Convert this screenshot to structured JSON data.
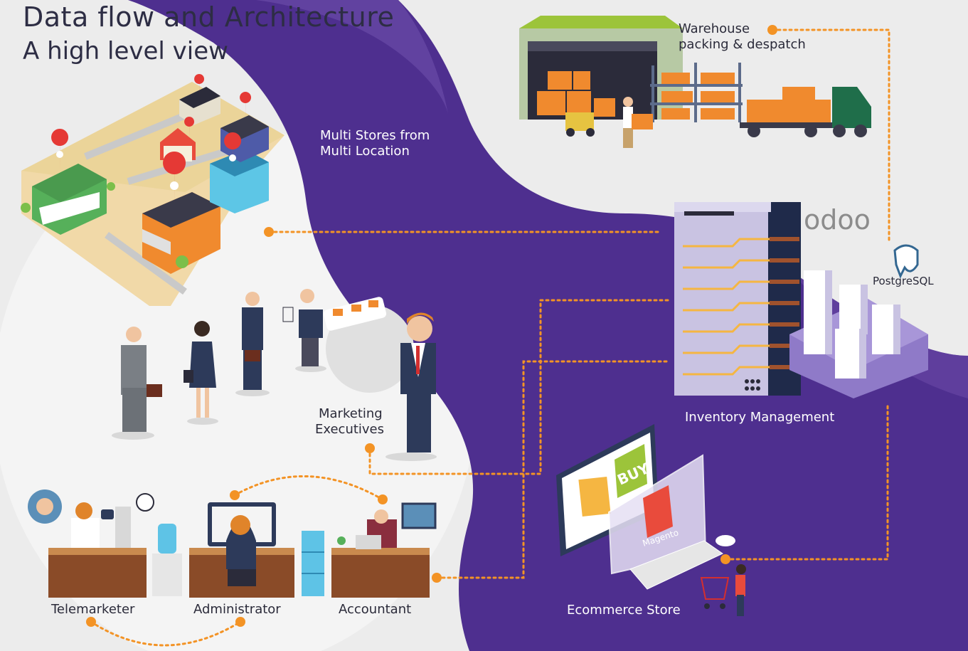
{
  "header": {
    "title": "Data flow and Architecture",
    "subtitle": "A high level view"
  },
  "nodes": {
    "warehouse": {
      "line1": "Warehouse",
      "line2": "packing & despatch"
    },
    "stores": {
      "line1": "Multi Stores from",
      "line2": "Multi Location"
    },
    "inventory": {
      "label": "Inventory Management"
    },
    "marketing": {
      "line1": "Marketing",
      "line2": "Executives"
    },
    "ecommerce": {
      "label": "Ecommerce Store"
    },
    "telemarketer": {
      "label": "Telemarketer"
    },
    "administrator": {
      "label": "Administrator"
    },
    "accountant": {
      "label": "Accountant"
    }
  },
  "logos": {
    "odoo": "odoo",
    "postgres": "PostgreSQL",
    "magento": "Magento",
    "buy": "BUY"
  },
  "colors": {
    "purple": "#4e2f8f",
    "purple_light": "#6a4aa6",
    "connector": "#f39325",
    "odoo_purple": "#8f5a8a",
    "odoo_gray": "#8c8c8c"
  }
}
